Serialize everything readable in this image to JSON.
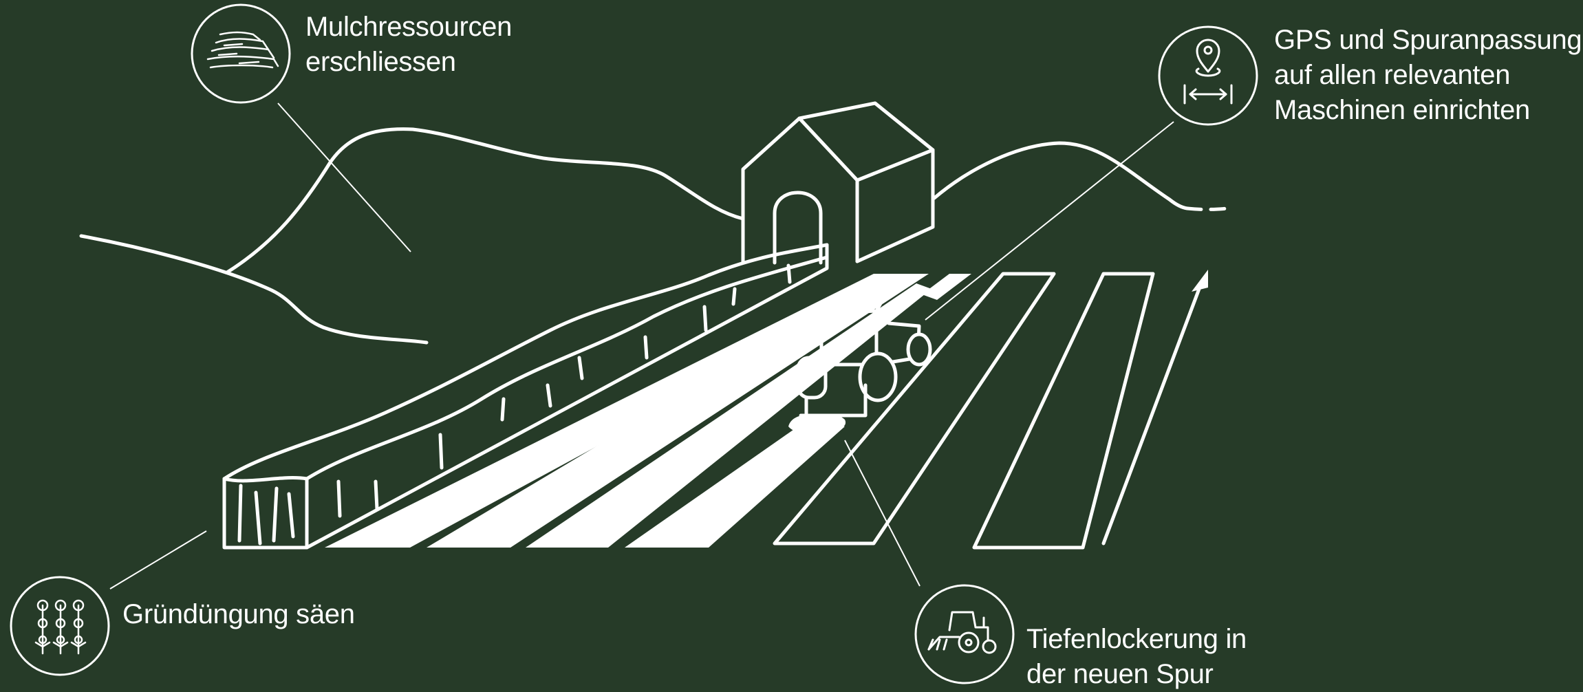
{
  "colors": {
    "background": "#263b28",
    "foreground": "#ffffff"
  },
  "annotations": [
    {
      "id": "mulch",
      "icon": "hay-bale-icon",
      "lines": [
        "Mulchressourcen",
        "erschliessen"
      ]
    },
    {
      "id": "gps",
      "icon": "gps-track-icon",
      "lines": [
        "GPS und Spuranpassung",
        "auf allen relevanten",
        "Maschinen einrichten"
      ]
    },
    {
      "id": "green-manure",
      "icon": "plants-icon",
      "lines": [
        "Gründüngung säen"
      ]
    },
    {
      "id": "subsoiling",
      "icon": "tractor-icon",
      "lines": [
        "Tiefenlockerung in",
        "der neuen Spur"
      ]
    }
  ]
}
